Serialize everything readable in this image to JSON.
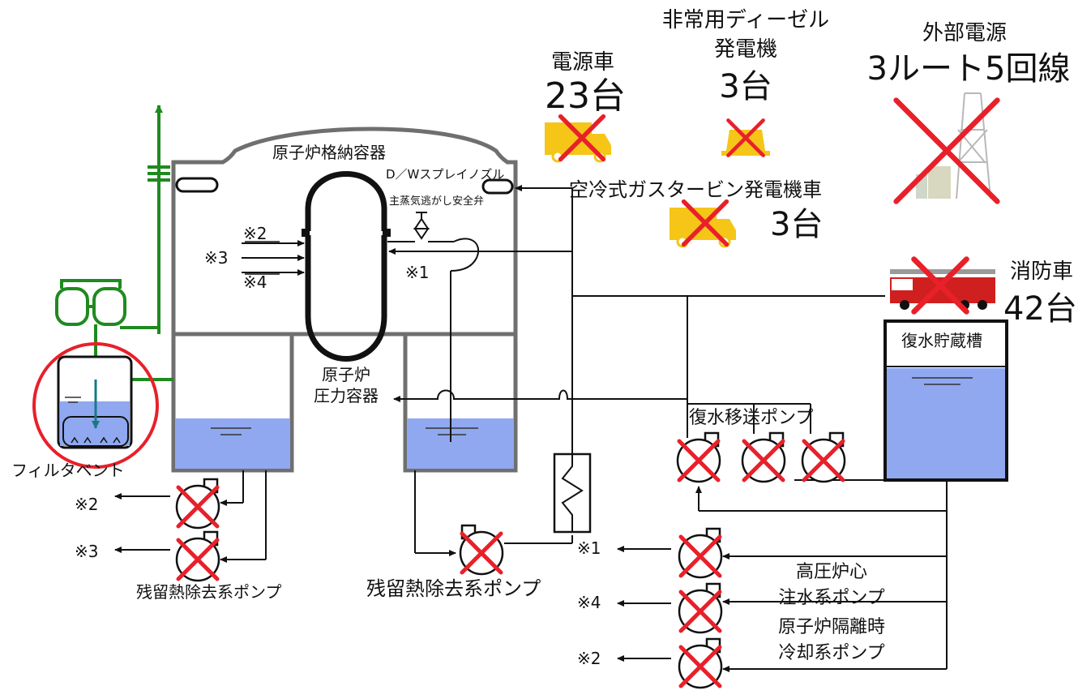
{
  "labels": {
    "containment": "原子炉格納容器",
    "dw_spray": "D／Wスプレイノズル",
    "safety_valve": "主蒸気逃がし安全弁",
    "rpv_line1": "原子炉",
    "rpv_line2": "圧力容器",
    "filter_vent": "フィルタベント",
    "rhr_pump_left": "残留熱除去系ポンプ",
    "rhr_pump_center": "残留熱除去系ポンプ",
    "condensate_tank": "復水貯蔵槽",
    "condensate_pump": "復水移送ポンプ",
    "hpcf_line1": "高圧炉心",
    "hpcf_line2": "注水系ポンプ",
    "rcic_line1": "原子炉隔離時",
    "rcic_line2": "冷却系ポンプ"
  },
  "marks": {
    "m1": "※1",
    "m2": "※2",
    "m3": "※3",
    "m4": "※4"
  },
  "power": {
    "power_truck_label": "電源車",
    "power_truck_count": "23台",
    "diesel_line1": "非常用ディーゼル",
    "diesel_line2": "発電機",
    "diesel_count": "3台",
    "external_label": "外部電源",
    "external_routes": "3ルート5回線",
    "gas_turbine_label": "空冷式ガスタービン発電機車",
    "gas_turbine_count": "3台",
    "fire_truck_label": "消防車",
    "fire_truck_count": "42台"
  },
  "colors": {
    "structure": "#6f6f6f",
    "vent_line": "#1f8a1f",
    "water": "#8fa8f0",
    "cross": "#e8202a",
    "truck": "#f5c518",
    "fire_truck": "#d01f1f"
  },
  "icons": {
    "unavailable": "red-x-icon",
    "pump": "pump-icon",
    "truck": "truck-icon",
    "pylon": "power-pylon-icon"
  }
}
